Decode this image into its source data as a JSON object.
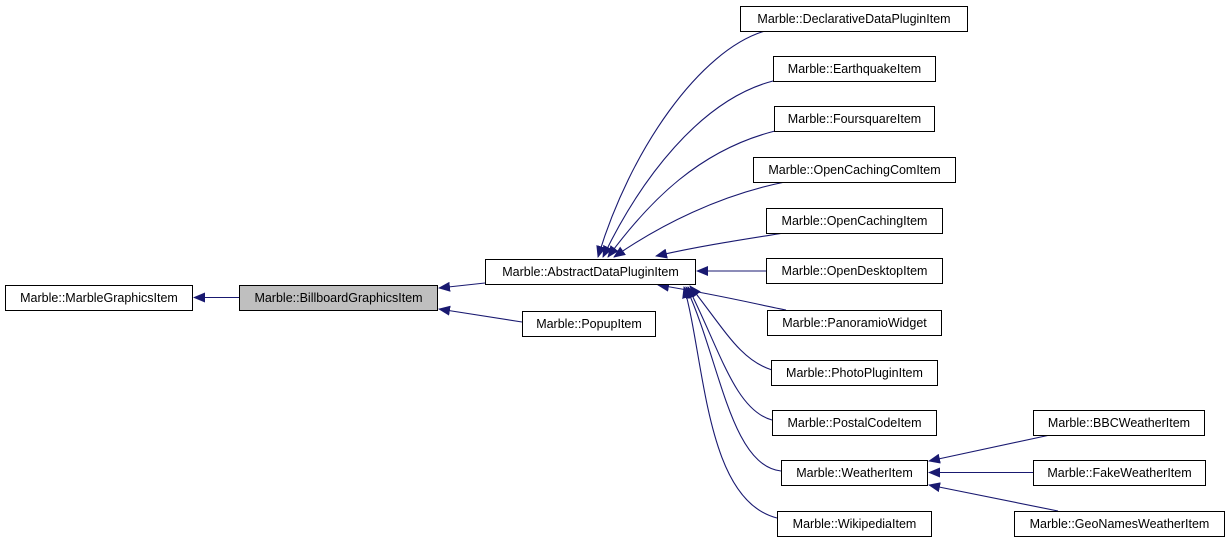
{
  "diagram": {
    "type": "class-inheritance-graph",
    "edge_color": "#191970",
    "highlight_fill": "#bfbfbf",
    "nodes": [
      {
        "id": "marblegraphics",
        "label": "Marble::MarbleGraphicsItem",
        "highlighted": false
      },
      {
        "id": "billboard",
        "label": "Marble::BillboardGraphicsItem",
        "highlighted": true
      },
      {
        "id": "abstractdata",
        "label": "Marble::AbstractDataPluginItem",
        "highlighted": false
      },
      {
        "id": "popup",
        "label": "Marble::PopupItem",
        "highlighted": false
      },
      {
        "id": "declarative",
        "label": "Marble::DeclarativeDataPluginItem",
        "highlighted": false
      },
      {
        "id": "earthquake",
        "label": "Marble::EarthquakeItem",
        "highlighted": false
      },
      {
        "id": "foursquare",
        "label": "Marble::FoursquareItem",
        "highlighted": false
      },
      {
        "id": "opencachingcom",
        "label": "Marble::OpenCachingComItem",
        "highlighted": false
      },
      {
        "id": "opencaching",
        "label": "Marble::OpenCachingItem",
        "highlighted": false
      },
      {
        "id": "opendesktop",
        "label": "Marble::OpenDesktopItem",
        "highlighted": false
      },
      {
        "id": "panoramio",
        "label": "Marble::PanoramioWidget",
        "highlighted": false
      },
      {
        "id": "photoplugin",
        "label": "Marble::PhotoPluginItem",
        "highlighted": false
      },
      {
        "id": "postalcode",
        "label": "Marble::PostalCodeItem",
        "highlighted": false
      },
      {
        "id": "weather",
        "label": "Marble::WeatherItem",
        "highlighted": false
      },
      {
        "id": "wikipedia",
        "label": "Marble::WikipediaItem",
        "highlighted": false
      },
      {
        "id": "bbcweather",
        "label": "Marble::BBCWeatherItem",
        "highlighted": false
      },
      {
        "id": "fakeweather",
        "label": "Marble::FakeWeatherItem",
        "highlighted": false
      },
      {
        "id": "geonamesweather",
        "label": "Marble::GeoNamesWeatherItem",
        "highlighted": false
      }
    ],
    "edges": [
      {
        "from": "billboard",
        "to": "marblegraphics"
      },
      {
        "from": "abstractdata",
        "to": "billboard"
      },
      {
        "from": "popup",
        "to": "billboard"
      },
      {
        "from": "declarative",
        "to": "abstractdata"
      },
      {
        "from": "earthquake",
        "to": "abstractdata"
      },
      {
        "from": "foursquare",
        "to": "abstractdata"
      },
      {
        "from": "opencachingcom",
        "to": "abstractdata"
      },
      {
        "from": "opencaching",
        "to": "abstractdata"
      },
      {
        "from": "opendesktop",
        "to": "abstractdata"
      },
      {
        "from": "panoramio",
        "to": "abstractdata"
      },
      {
        "from": "photoplugin",
        "to": "abstractdata"
      },
      {
        "from": "postalcode",
        "to": "abstractdata"
      },
      {
        "from": "weather",
        "to": "abstractdata"
      },
      {
        "from": "wikipedia",
        "to": "abstractdata"
      },
      {
        "from": "bbcweather",
        "to": "weather"
      },
      {
        "from": "fakeweather",
        "to": "weather"
      },
      {
        "from": "geonamesweather",
        "to": "weather"
      }
    ]
  }
}
